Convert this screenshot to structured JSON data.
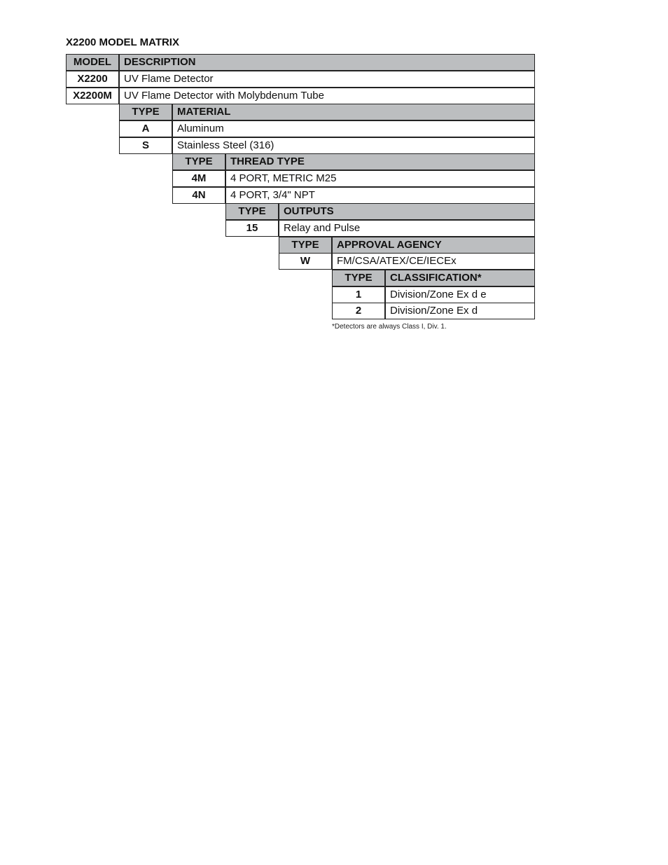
{
  "title": "X2200 MODEL MATRIX",
  "sections": {
    "model": {
      "header": [
        "MODEL",
        "DESCRIPTION"
      ],
      "rows": [
        [
          "X2200",
          "UV Flame Detector"
        ],
        [
          "X2200M",
          "UV Flame Detector with Molybdenum Tube"
        ]
      ]
    },
    "material": {
      "header": [
        "TYPE",
        "MATERIAL"
      ],
      "rows": [
        [
          "A",
          "Aluminum"
        ],
        [
          "S",
          "Stainless Steel (316)"
        ]
      ]
    },
    "thread": {
      "header": [
        "TYPE",
        "THREAD TYPE"
      ],
      "rows": [
        [
          "4M",
          "4 PORT, METRIC M25"
        ],
        [
          "4N",
          "4 PORT, 3/4\" NPT"
        ]
      ]
    },
    "outputs": {
      "header": [
        "TYPE",
        "OUTPUTS"
      ],
      "rows": [
        [
          "15",
          "Relay and Pulse"
        ]
      ]
    },
    "approval": {
      "header": [
        "TYPE",
        "APPROVAL AGENCY"
      ],
      "rows": [
        [
          "W",
          "FM/CSA/ATEX/CE/IECEx"
        ]
      ]
    },
    "classification": {
      "header": [
        "TYPE",
        "CLASSIFICATION*"
      ],
      "rows": [
        [
          "1",
          "Division/Zone Ex d e"
        ],
        [
          "2",
          "Division/Zone Ex d"
        ]
      ]
    }
  },
  "footnote": "*Detectors are always Class I, Div. 1.",
  "colors": {
    "header_bg": "#bcbec0",
    "border": "#222222"
  }
}
